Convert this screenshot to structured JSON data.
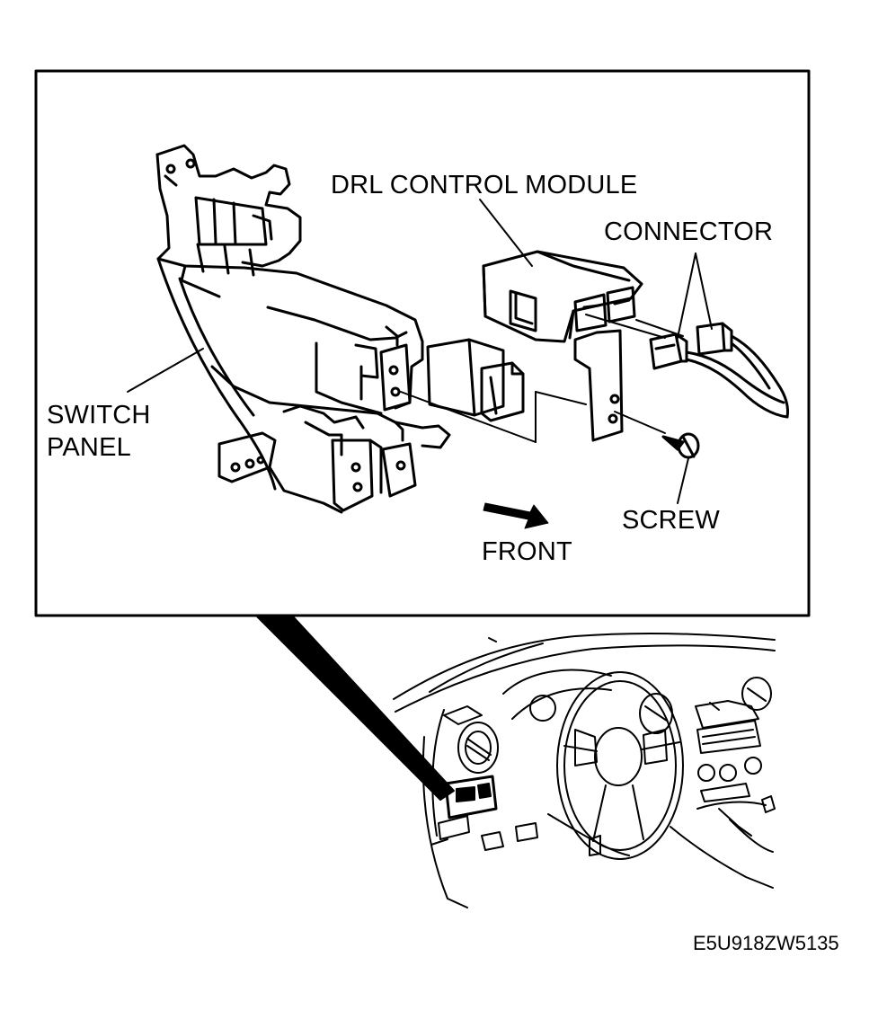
{
  "callouts": {
    "drl_control_module": "DRL CONTROL MODULE",
    "connector": "CONNECTOR",
    "switch_panel_line1": "SWITCH",
    "switch_panel_line2": "PANEL",
    "screw": "SCREW",
    "front": "FRONT"
  },
  "figure_code": "E5U918ZW5135"
}
